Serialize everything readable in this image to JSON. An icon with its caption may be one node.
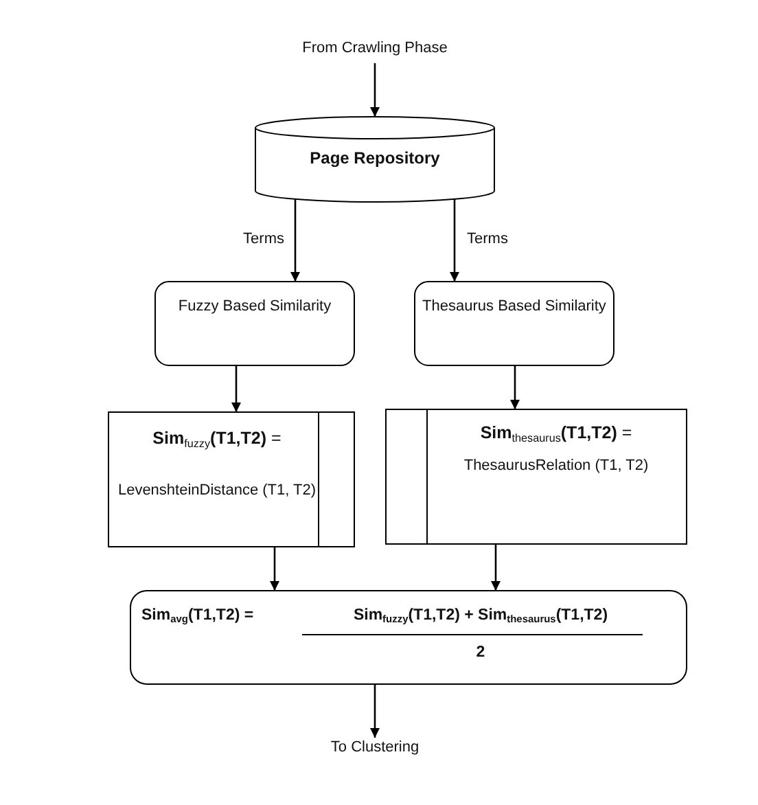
{
  "diagram": {
    "nodes": [
      {
        "text": [
          "From Crawling Phase"
        ]
      },
      {
        "text": [
          "Page Repository"
        ]
      },
      {
        "text": [
          "Fuzzy Based Similarity"
        ]
      },
      {
        "text": [
          "Thesaurus Based Similarity"
        ]
      },
      {
        "text": [
          "**Sim**$_{fuzzy}$**(T1,T2)** =",
          "LevenshteinDistance (T1, T2)"
        ]
      },
      {
        "text": [
          "**Sim**$_{thesaurus}$**(T1,T2)** =",
          "ThesaurusRelation (T1, T2)"
        ]
      },
      {
        "text": [
          "Sim$_{avg}$(T1,T2) =",
          "Sim$_{fuzzy}$(T1,T2) + Sim$_{thesaurus}$(T1,T2)",
          "2"
        ]
      },
      {
        "text": [
          "To Clustering"
        ]
      }
    ],
    "edges": [
      {
        "from": 0,
        "to": 1,
        "arrow": "to"
      },
      {
        "from": 1,
        "to": 2,
        "arrow": "to",
        "label": "Terms"
      },
      {
        "from": 1,
        "to": 3,
        "arrow": "to",
        "label": "Terms"
      },
      {
        "from": 2,
        "to": 4,
        "arrow": "to"
      },
      {
        "from": 3,
        "to": 5,
        "arrow": "to"
      },
      {
        "from": 4,
        "to": 6,
        "arrow": "to"
      },
      {
        "from": 5,
        "to": 6,
        "arrow": "to"
      },
      {
        "from": 6,
        "to": 7,
        "arrow": "to"
      }
    ]
  }
}
